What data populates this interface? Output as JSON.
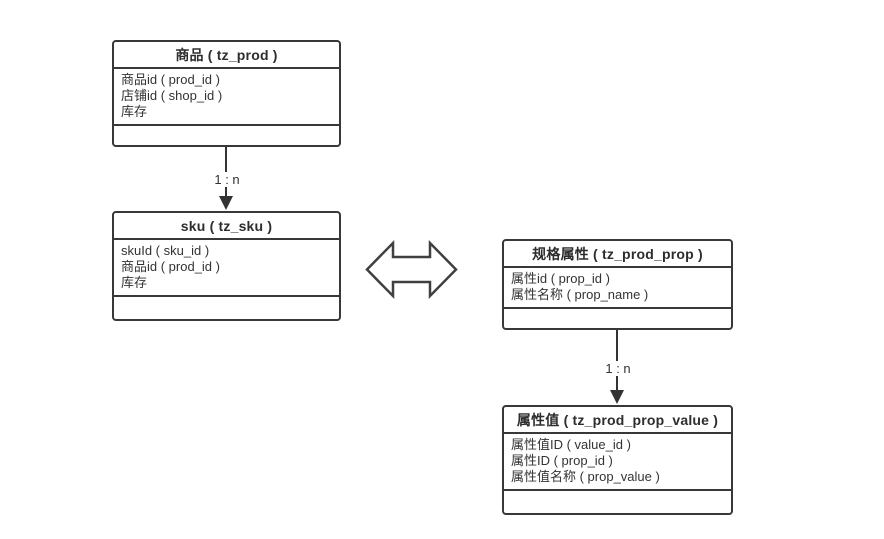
{
  "diagram": {
    "colors": {
      "background": "#ffffff",
      "stroke": "#383838",
      "text": "#333333",
      "title_text": "#2d2d2d"
    },
    "entities": [
      {
        "title": "商品 ( tz_prod )",
        "fields": [
          "商品id ( prod_id )",
          "店铺id ( shop_id )",
          "库存"
        ]
      },
      {
        "title": "sku ( tz_sku )",
        "fields": [
          "skuId ( sku_id )",
          "商品id ( prod_id )",
          "库存"
        ]
      },
      {
        "title": "规格属性 ( tz_prod_prop )",
        "fields": [
          "属性id ( prop_id )",
          "属性名称 ( prop_name )"
        ]
      },
      {
        "title": "属性值 ( tz_prod_prop_value )",
        "fields": [
          "属性值ID ( value_id )",
          "属性ID ( prop_id )",
          "属性值名称 ( prop_value )"
        ]
      }
    ],
    "connectors": [
      {
        "label": "1 : n",
        "from": "商品 ( tz_prod )",
        "to": "sku ( tz_sku )"
      },
      {
        "label": "1 : n",
        "from": "规格属性 ( tz_prod_prop )",
        "to": "属性值 ( tz_prod_prop_value )"
      }
    ],
    "icons": {
      "double_arrow": "left-right-double-arrow"
    }
  }
}
